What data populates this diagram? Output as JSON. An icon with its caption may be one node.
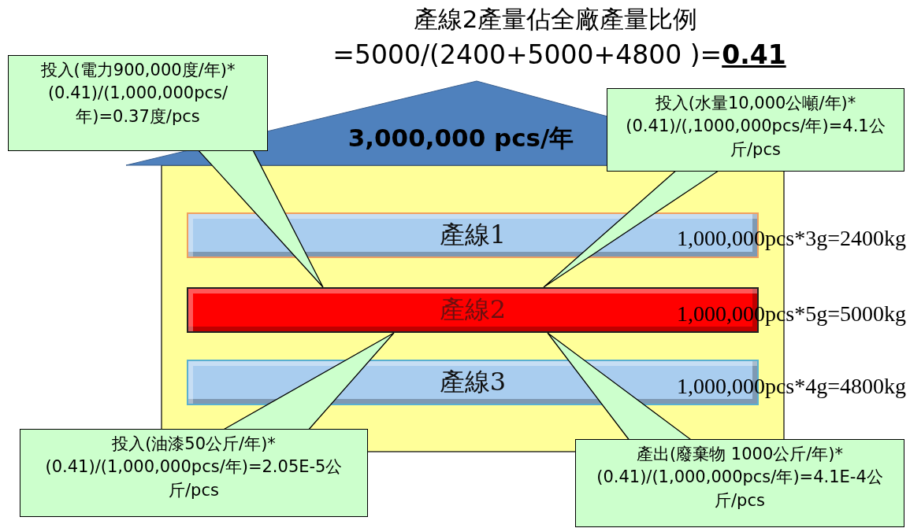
{
  "diagram": {
    "title": "產線2產量佔全廠產量比例",
    "nodes": [
      {
        "text": [
          "3,000,000 pcs/年"
        ]
      },
      {
        "text": [
          "產線1"
        ],
        "in": 0,
        "beside": [
          "1,000,000pcs*3g=2400kg"
        ]
      },
      {
        "text": [
          "產線2"
        ],
        "in": 0,
        "beside": [
          "1,000,000pcs*5g=5000kg"
        ]
      },
      {
        "text": [
          "產線3"
        ],
        "in": 0,
        "beside": [
          "1,000,000pcs*4g=4800kg"
        ]
      },
      {
        "text": [
          "投入(電力900,000度/年)*(0.41)/(1,000,000pcs/年)=0.37度/pcs"
        ]
      },
      {
        "text": [
          "投入(水量10,000公噸/年)*(0.41)/(,1000,000pcs/年)=4.1公斤/pcs"
        ]
      },
      {
        "text": [
          "投入(油漆50公斤/年)*(0.41)/(1,000,000pcs/年)=2.05E-5公斤/pcs"
        ]
      },
      {
        "text": [
          "產出(廢棄物 1000公斤/年)*(0.41)/(1,000,000pcs/年)=4.1E-4公斤/pcs"
        ]
      }
    ],
    "edges": [
      {
        "from": 4,
        "to": 2,
        "arrow": "none"
      },
      {
        "from": 5,
        "to": 2,
        "arrow": "none"
      },
      {
        "from": 6,
        "to": 2,
        "arrow": "none"
      },
      {
        "from": 7,
        "to": 2,
        "arrow": "none"
      }
    ],
    "labels": [
      "=5000/(2400+5000+4800 )=**0.41**"
    ]
  }
}
